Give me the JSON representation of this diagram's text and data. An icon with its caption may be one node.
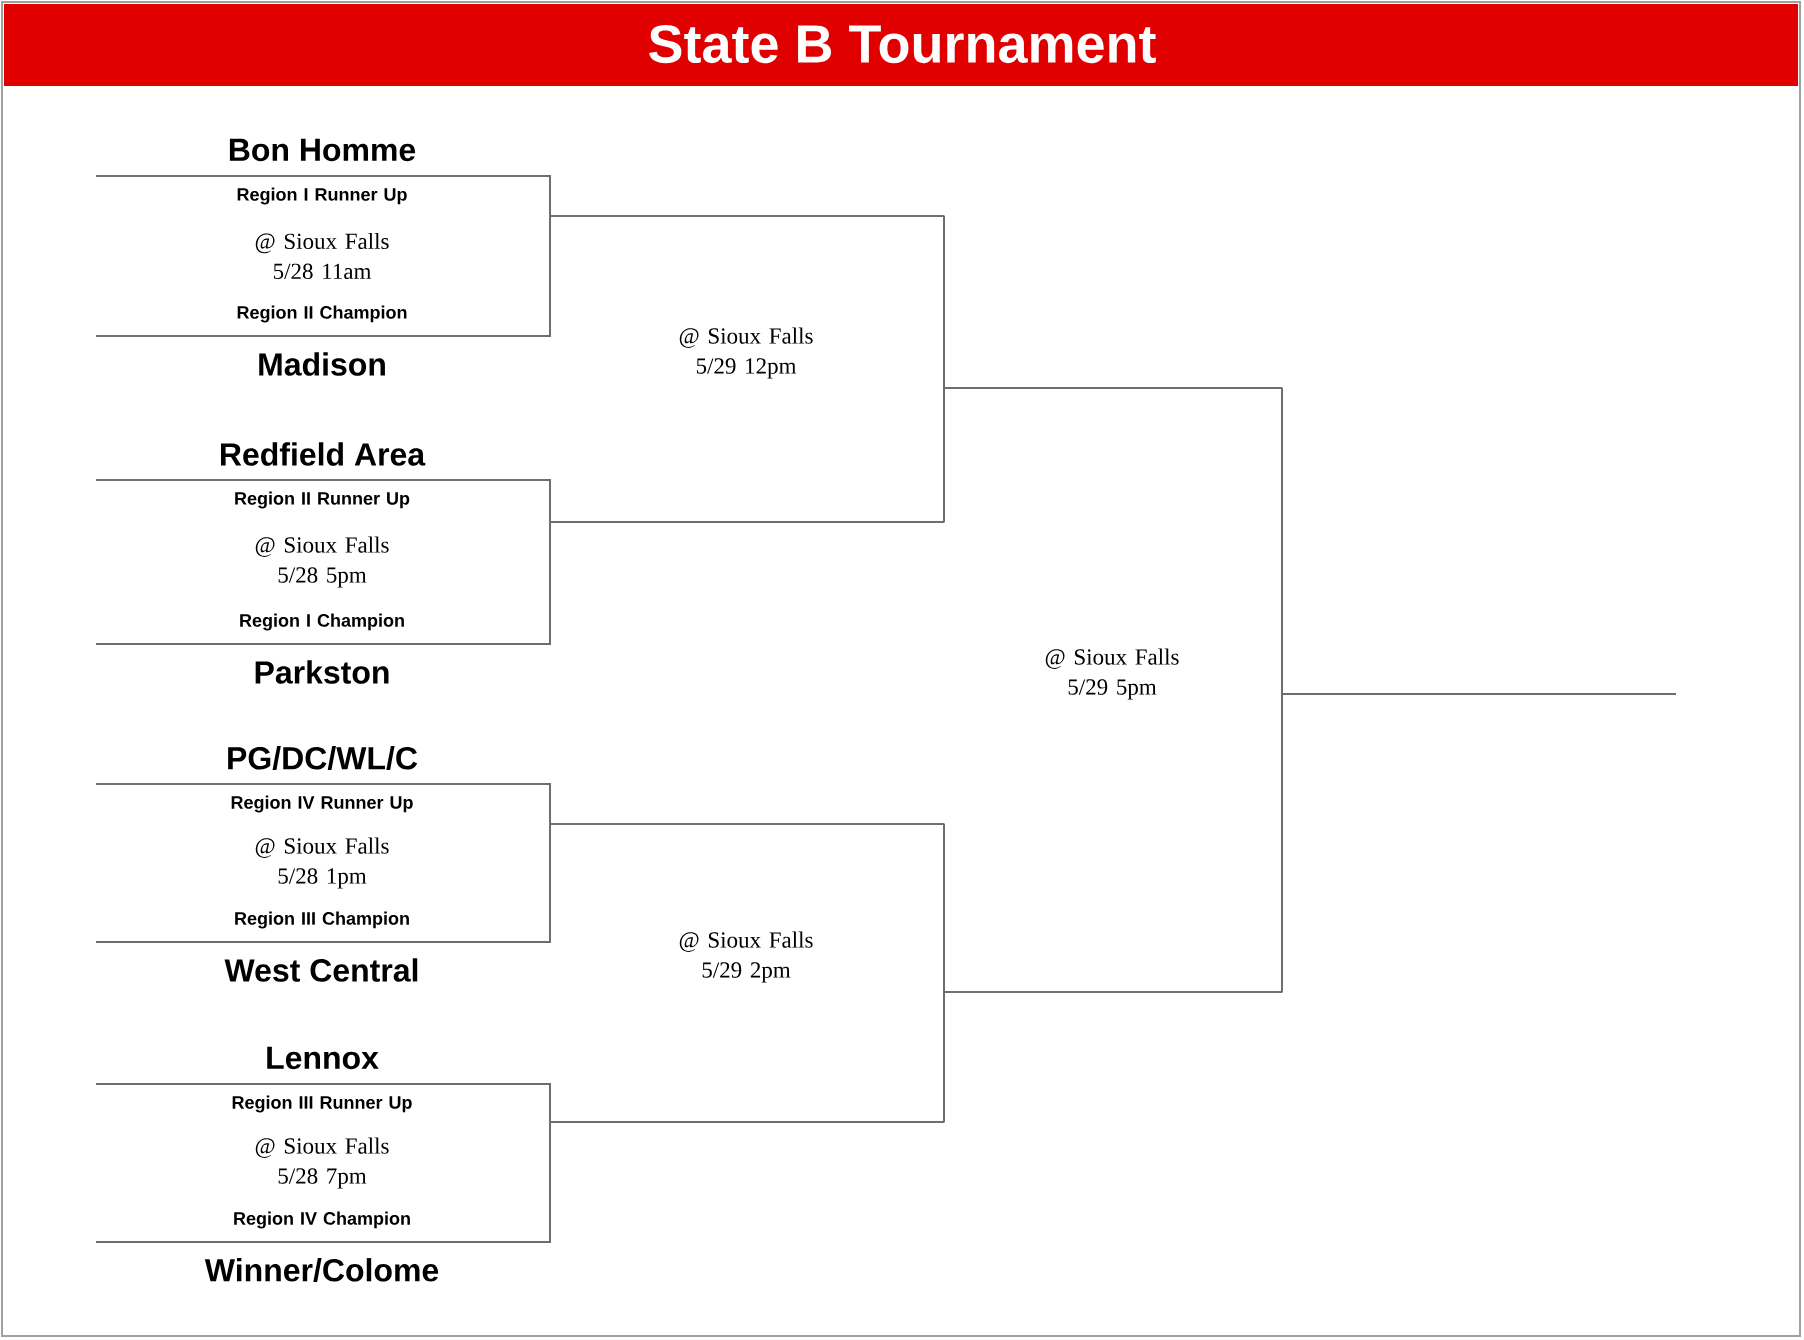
{
  "diagram": {
    "title": "State B Tournament",
    "nodes": [
      {
        "text": [
          "Bon Homme",
          "Region I Runner Up",
          "@ Sioux Falls 5/28 11am",
          "Region II Champion",
          "Madison"
        ]
      },
      {
        "text": [
          "Redfield Area",
          "Region II Runner Up",
          "@ Sioux Falls 5/28 5pm",
          "Region I Champion",
          "Parkston"
        ]
      },
      {
        "text": [
          "PG/DC/WL/C",
          "Region IV Runner Up",
          "@ Sioux Falls 5/28 1pm",
          "Region III Champion",
          "West Central"
        ]
      },
      {
        "text": [
          "Lennox",
          "Region III Runner Up",
          "@ Sioux Falls 5/28 7pm",
          "Region IV Champion",
          "Winner/Colome"
        ]
      },
      {
        "text": [
          "@ Sioux Falls 5/29 12pm"
        ]
      },
      {
        "text": [
          "@ Sioux Falls 5/29 2pm"
        ]
      },
      {
        "text": [
          "@ Sioux Falls 5/29 5pm"
        ]
      }
    ],
    "edges": [
      {
        "from": 0,
        "to": 4,
        "arrow": "none"
      },
      {
        "from": 1,
        "to": 4,
        "arrow": "none"
      },
      {
        "from": 2,
        "to": 5,
        "arrow": "none"
      },
      {
        "from": 3,
        "to": 5,
        "arrow": "none"
      },
      {
        "from": 4,
        "to": 6,
        "arrow": "none"
      },
      {
        "from": 5,
        "to": 6,
        "arrow": "none"
      },
      {
        "from": 6,
        "to": null,
        "arrow": "none"
      }
    ]
  }
}
